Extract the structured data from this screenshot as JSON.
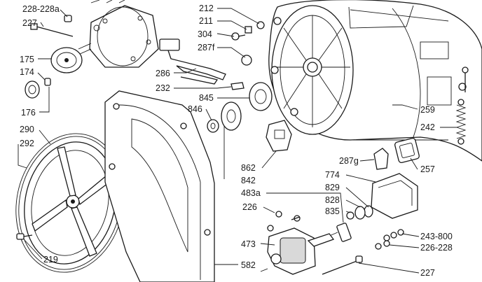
{
  "diagram": {
    "labels": [
      {
        "id": "228-228a",
        "text": "228-228a"
      },
      {
        "id": "227-top",
        "text": "227"
      },
      {
        "id": "175",
        "text": "175"
      },
      {
        "id": "174",
        "text": "174"
      },
      {
        "id": "176",
        "text": "176"
      },
      {
        "id": "290",
        "text": "290"
      },
      {
        "id": "292",
        "text": "292"
      },
      {
        "id": "219",
        "text": "219"
      },
      {
        "id": "212",
        "text": "212"
      },
      {
        "id": "211",
        "text": "211"
      },
      {
        "id": "304",
        "text": "304"
      },
      {
        "id": "287f",
        "text": "287f"
      },
      {
        "id": "286",
        "text": "286"
      },
      {
        "id": "232",
        "text": "232"
      },
      {
        "id": "845",
        "text": "845"
      },
      {
        "id": "846",
        "text": "846"
      },
      {
        "id": "862",
        "text": "862"
      },
      {
        "id": "842",
        "text": "842"
      },
      {
        "id": "483a",
        "text": "483a"
      },
      {
        "id": "226",
        "text": "226"
      },
      {
        "id": "473",
        "text": "473"
      },
      {
        "id": "582",
        "text": "582"
      },
      {
        "id": "259",
        "text": "259"
      },
      {
        "id": "242",
        "text": "242"
      },
      {
        "id": "287g",
        "text": "287g"
      },
      {
        "id": "257",
        "text": "257"
      },
      {
        "id": "774",
        "text": "774"
      },
      {
        "id": "829",
        "text": "829"
      },
      {
        "id": "828",
        "text": "828"
      },
      {
        "id": "835",
        "text": "835"
      },
      {
        "id": "243-800",
        "text": "243-800"
      },
      {
        "id": "226-228",
        "text": "226-228"
      },
      {
        "id": "227-bottom",
        "text": "227"
      }
    ]
  }
}
